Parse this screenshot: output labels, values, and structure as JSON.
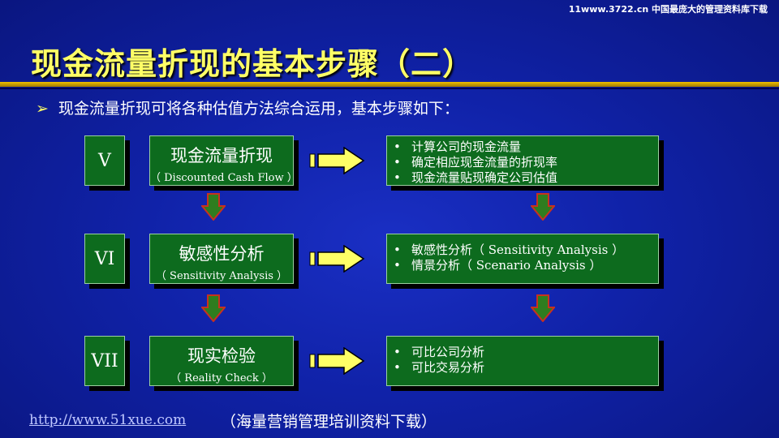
{
  "top_credit": "11www.3722.cn 中国最庞大的管理资料库下载",
  "title": "现金流量折现的基本步骤（二）",
  "intro": "现金流量折现可将各种估值方法综合运用，基本步骤如下：",
  "steps": [
    {
      "roman": "V",
      "zh": "现金流量折现",
      "en": "（ Discounted Cash Flow ）",
      "bullets": [
        "计算公司的现金流量",
        "确定相应现金流量的折现率",
        "现金流量贴现确定公司估值"
      ]
    },
    {
      "roman": "VI",
      "zh": "敏感性分析",
      "en": "（ Sensitivity Analysis ）",
      "bullets": [
        "敏感性分析（ Sensitivity Analysis ）",
        "情景分析（   Scenario Analysis ）"
      ]
    },
    {
      "roman": "VII",
      "zh": "现实检验",
      "en": "（ Reality Check ）",
      "bullets": [
        "可比公司分析",
        "可比交易分析"
      ]
    }
  ],
  "bullet_char": "•",
  "footer_link": "http://www.51xue.com",
  "footer_note": "（海量营销管理培训资料下载）",
  "colors": {
    "title": "#ffff66",
    "box": "#0d6b1e",
    "arrow_right": "#ffff66",
    "arrow_down": "#2e7d1f",
    "arrow_down_edge": "#c8321e"
  }
}
